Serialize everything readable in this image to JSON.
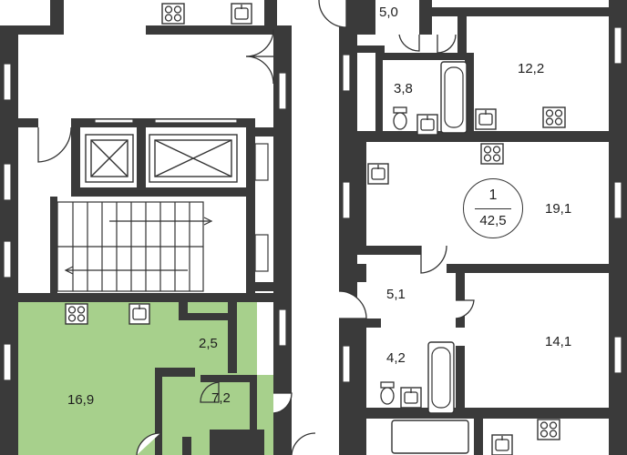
{
  "plan": {
    "highlight_color": "#a7d08c",
    "wall_color": "#3a3a3a",
    "rooms": [
      {
        "id": "r1",
        "area": "5,0"
      },
      {
        "id": "r2",
        "area": "12,2"
      },
      {
        "id": "r3",
        "area": "3,8"
      },
      {
        "id": "r4",
        "area": "19,1"
      },
      {
        "id": "r5",
        "area": "5,1"
      },
      {
        "id": "r6",
        "area": "14,1"
      },
      {
        "id": "r7",
        "area": "4,2"
      },
      {
        "id": "r8",
        "area": "2,5"
      },
      {
        "id": "r9",
        "area": "16,9"
      },
      {
        "id": "r10",
        "area": "7,2"
      }
    ],
    "apartment": {
      "rooms_count": "1",
      "total_area": "42,5"
    },
    "icons": [
      "stove-icon",
      "sink-icon",
      "bathtub-icon",
      "toilet-icon",
      "door-icon",
      "elevator-icon",
      "stairs-icon"
    ]
  }
}
